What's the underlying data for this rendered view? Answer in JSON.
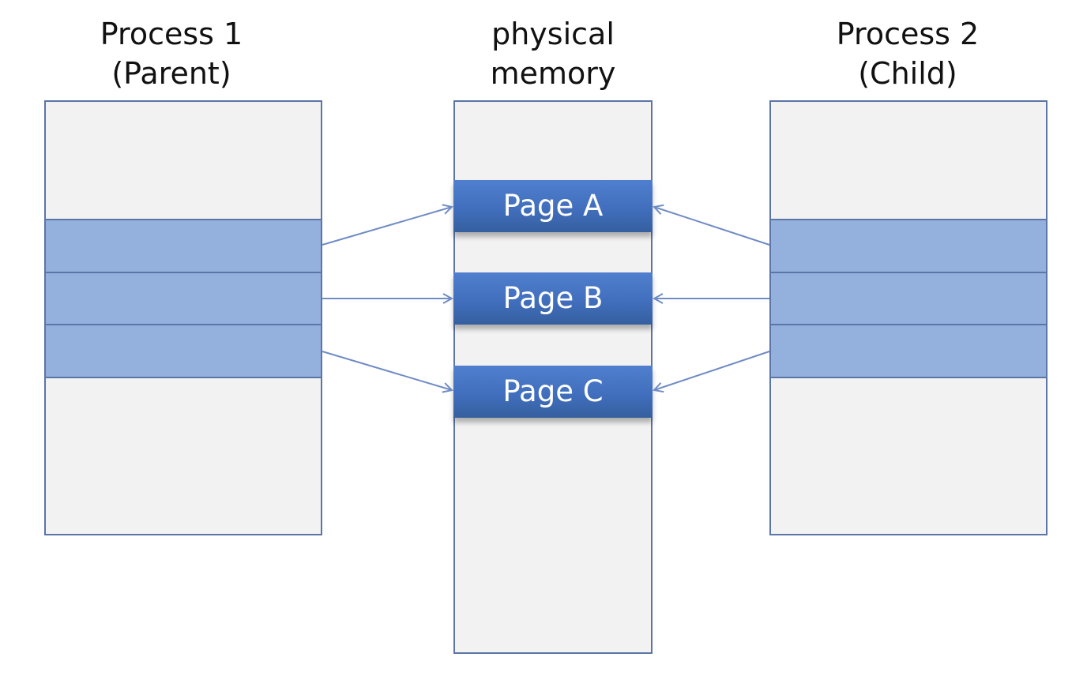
{
  "process1": {
    "title": "Process 1",
    "subtitle": "(Parent)"
  },
  "physical": {
    "title": "physical",
    "subtitle": "memory"
  },
  "process2": {
    "title": "Process 2",
    "subtitle": "(Child)"
  },
  "pages": [
    {
      "label": "Page A"
    },
    {
      "label": "Page B"
    },
    {
      "label": "Page C"
    }
  ],
  "colors": {
    "column_fill": "#f2f2f2",
    "column_border": "#5b75a6",
    "mapped_segment": "#94b1de",
    "page_fill": "#4472c4",
    "arrow": "#6f8cc4"
  }
}
